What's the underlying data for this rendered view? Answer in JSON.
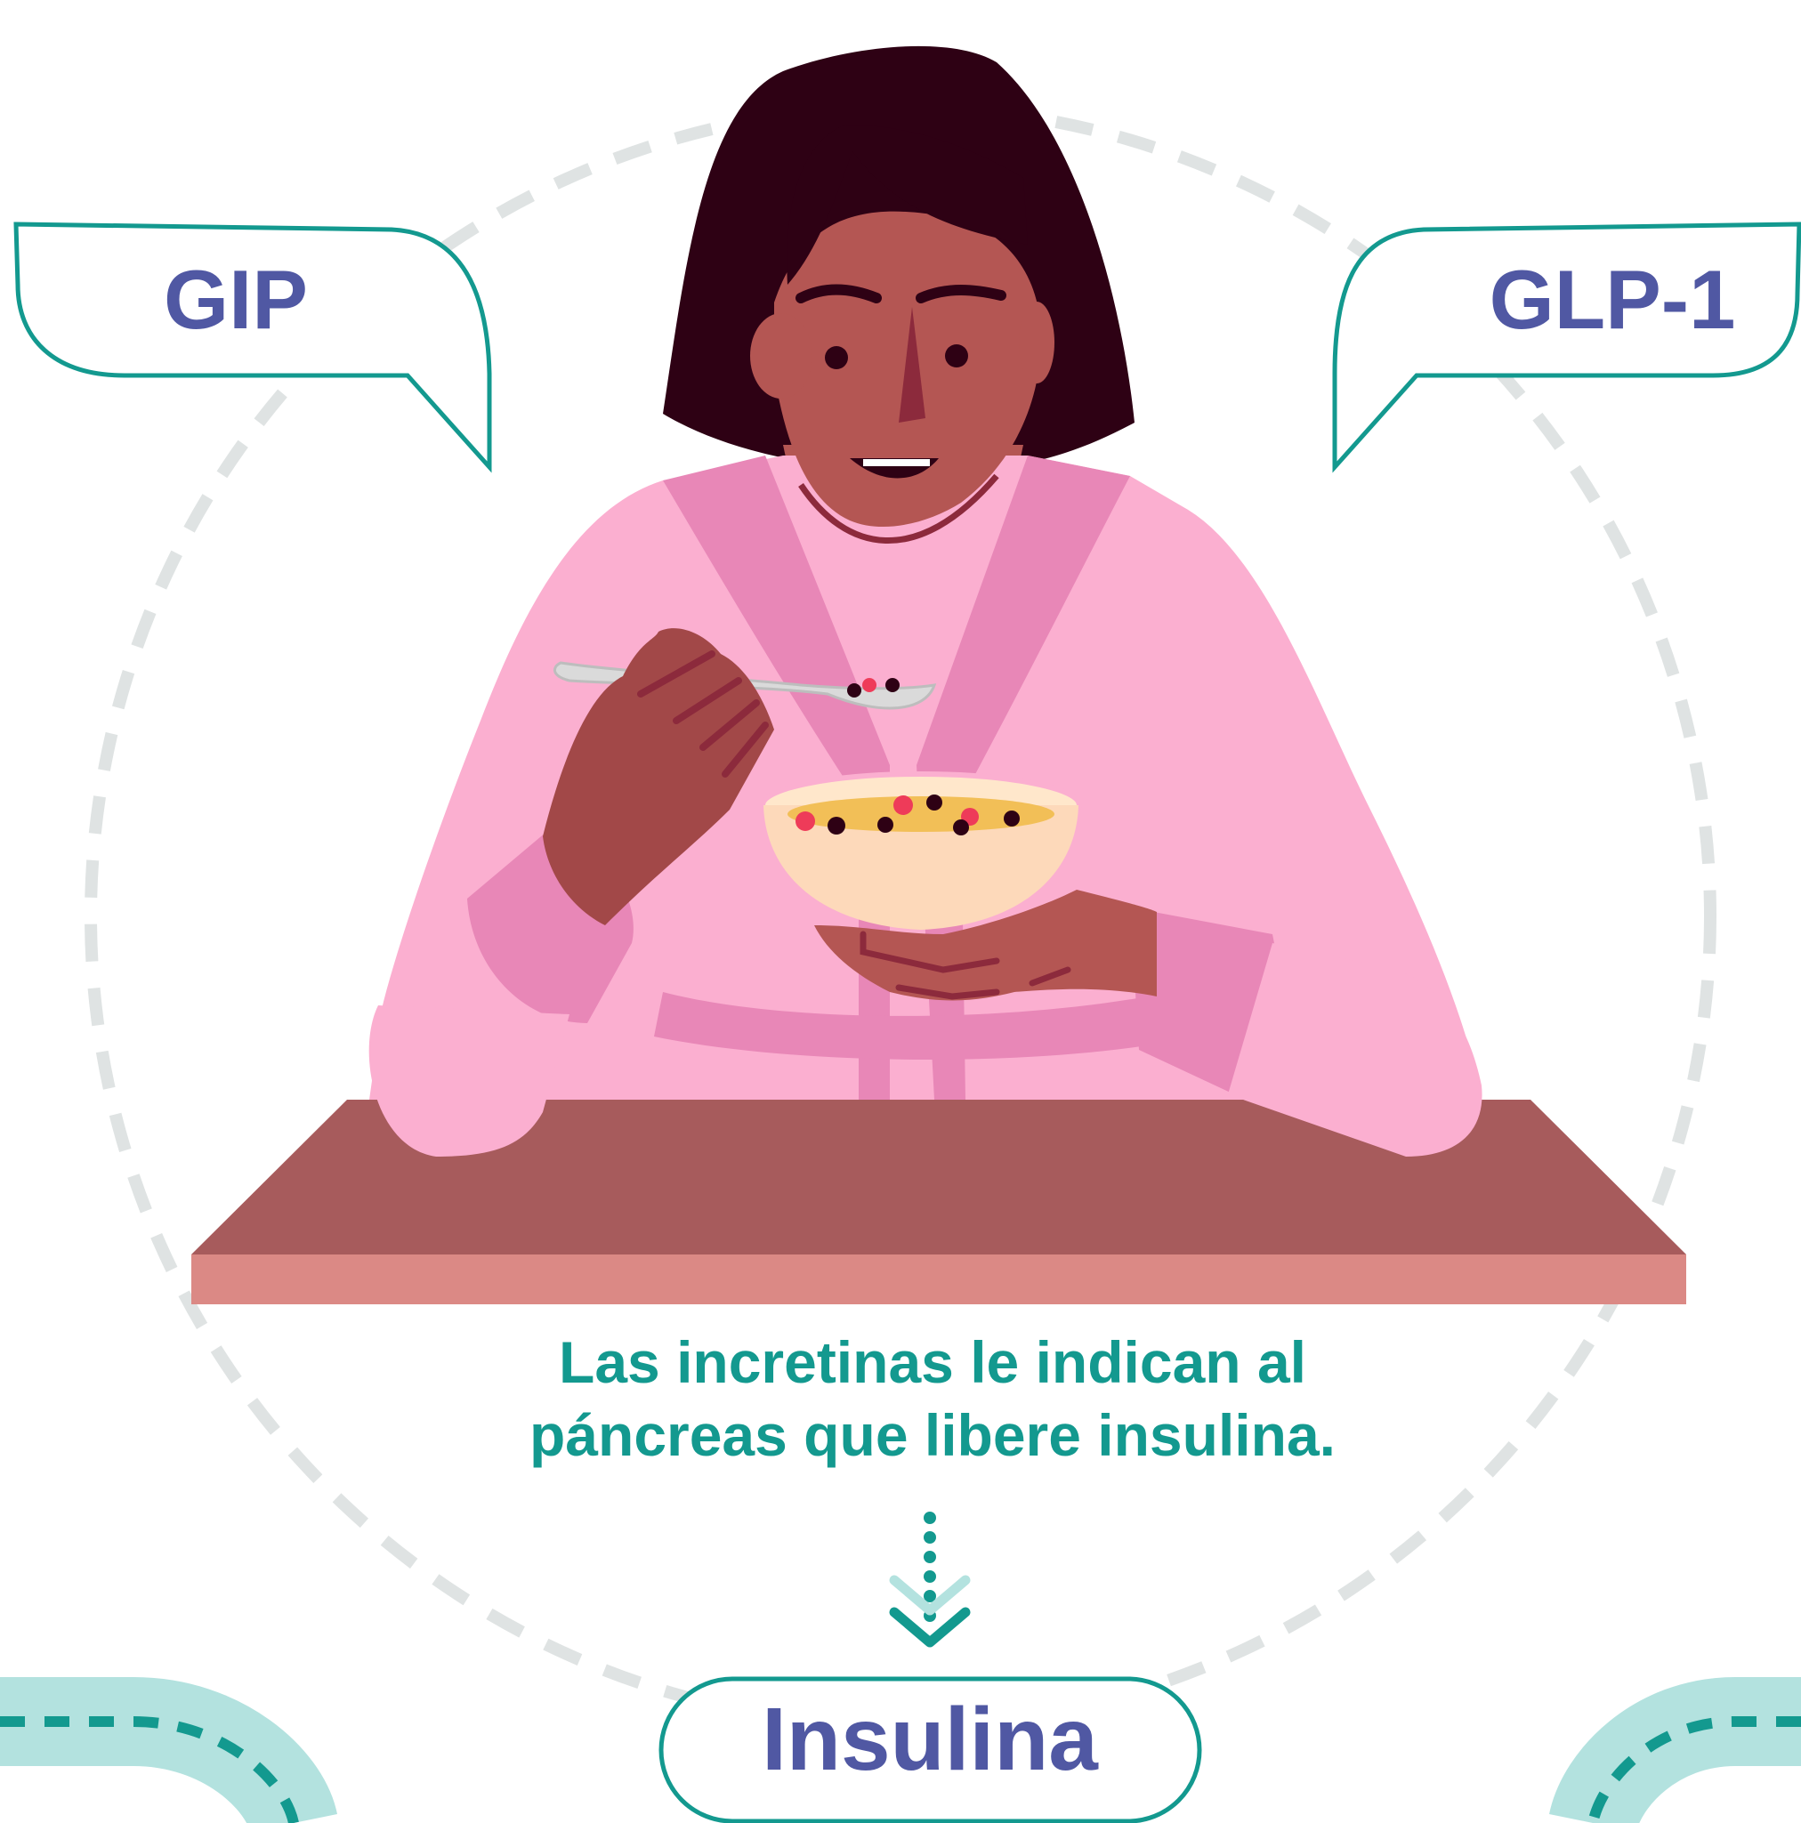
{
  "bubbles": {
    "left_label": "GIP",
    "right_label": "GLP-1"
  },
  "caption": {
    "line1": "Las incretinas le indican al",
    "line2": "páncreas que libere insulina."
  },
  "insulin_pill": {
    "label": "Insulina"
  },
  "colors": {
    "teal": "#13998f",
    "label_blue": "#5058a3",
    "dashed_circle": "#dfe3e3",
    "light_teal": "#b3e2df",
    "robe": "#fbafd0",
    "robe_dark": "#e887b7",
    "skin": "#b45653",
    "hair": "#2e0114",
    "table": "#a75b5c",
    "table_edge": "#db8985"
  },
  "illustration": {
    "subject": "woman-eating-cereal-icon"
  }
}
